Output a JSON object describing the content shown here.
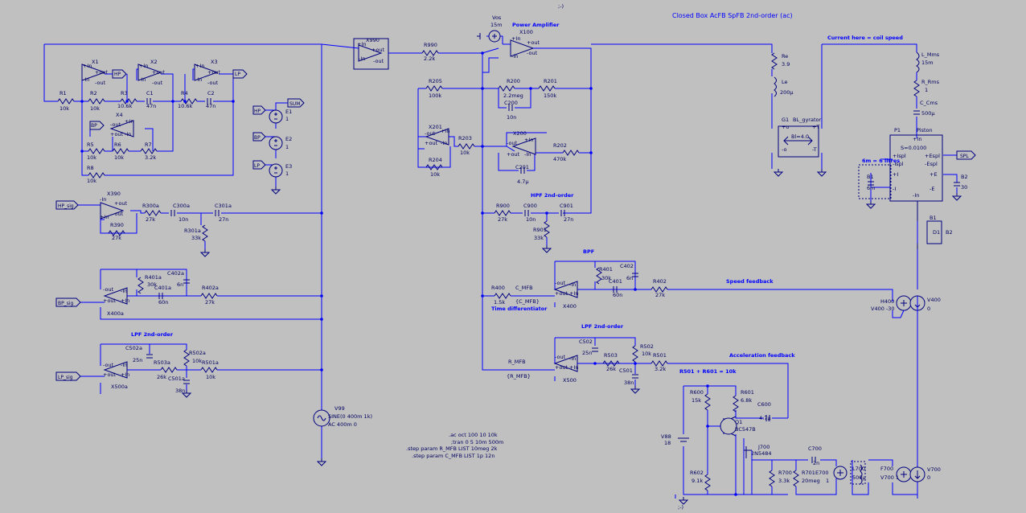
{
  "title": "Closed Box AcFB SpFB 2nd-order (ac)",
  "misc": {
    "top_mark": ";-)",
    "bottom_mark": ";-)"
  },
  "labels": {
    "power_amplifier": "Power Amplifier",
    "hpf_2nd_order": "HPF 2nd-order",
    "bpf": "BPF",
    "lpf_2nd_order_a": "LPF 2nd-order",
    "lpf_2nd_order_b": "LPF 2nd-order",
    "speed_feedback": "Speed feedback",
    "acceleration_feedback": "Acceleration feedback",
    "time_differentiator": "Time differentiator",
    "current_note": "Current here = coil speed",
    "r_sum_note": "R501 + R601 = 10k",
    "litres_note": "6m = 6 litres"
  },
  "directives": [
    ".ac oct 100 10 10k",
    ";tran 0 5 10m 500m",
    ".step param R_MFB LIST 10meg 2k",
    ".step param C_MFB LIST 1p 12n"
  ],
  "flags": {
    "hp": "HP",
    "bp": "BP",
    "lp": "LP",
    "sum": "SUM",
    "hp_sig": "HP_sig",
    "bp_sig": "BP_sig",
    "lp_sig": "LP_sig",
    "spl": "SPL"
  },
  "opamps": {
    "x1": "X1",
    "x2": "X2",
    "x3": "X3",
    "x4": "X4",
    "x990": "X990",
    "x100": "X100",
    "x201": "X201",
    "x200": "X200",
    "x390": "X390",
    "x400a": "X400a",
    "x500a": "X500a",
    "x400": "X400",
    "x500": "X500",
    "pin_plus_in": "+In",
    "pin_minus_in": "-In",
    "pin_plus_out": "+out",
    "pin_minus_out": "-out"
  },
  "components": {
    "r1": [
      "R1",
      "10k"
    ],
    "r2": [
      "R2",
      "10k"
    ],
    "r3": [
      "R3",
      "10.6k"
    ],
    "c1": [
      "C1",
      "47n"
    ],
    "r4": [
      "R4",
      "10.6k"
    ],
    "c2": [
      "C2",
      "47n"
    ],
    "r5": [
      "R5",
      "10k"
    ],
    "r6": [
      "R6",
      "10k"
    ],
    "r7": [
      "R7",
      "3.2k"
    ],
    "r8": [
      "R8",
      "10k"
    ],
    "e1": [
      "E1",
      "1"
    ],
    "e2": [
      "E2",
      "1"
    ],
    "e3": [
      "E3",
      "1"
    ],
    "r990": [
      "R990",
      "2.2k"
    ],
    "vos": [
      "Vos",
      "15m"
    ],
    "r205": [
      "R205",
      "100k"
    ],
    "r200": [
      "R200",
      "2.2meg"
    ],
    "r201": [
      "R201",
      "150k"
    ],
    "c200": [
      "C200",
      "10n"
    ],
    "r203": [
      "R203",
      "10k"
    ],
    "r204": [
      "R204",
      "10k"
    ],
    "r202": [
      "R202",
      "470k"
    ],
    "c201": [
      "C201",
      "4.7µ"
    ],
    "r390": [
      "R390",
      "27k"
    ],
    "r300a": [
      "R300a",
      "27k"
    ],
    "c300a": [
      "C300a",
      "10n"
    ],
    "c301a": [
      "C301a",
      "27n"
    ],
    "r301a": [
      "R301a",
      "33k"
    ],
    "r900": [
      "R900",
      "27k"
    ],
    "c900": [
      "C900",
      "10n"
    ],
    "c901": [
      "C901",
      "27n"
    ],
    "r901": [
      "R901",
      "33k"
    ],
    "r401a": [
      "R401a",
      "30k"
    ],
    "c402a": [
      "C402a",
      "6n"
    ],
    "c401a": [
      "C401a",
      "60n"
    ],
    "r402a": [
      "R402a",
      "27k"
    ],
    "r401": [
      "R401",
      "30k"
    ],
    "c402": [
      "C402",
      "6n"
    ],
    "c401": [
      "C401",
      "60n"
    ],
    "r402": [
      "R402",
      "27k"
    ],
    "r400": [
      "R400",
      "1.5k"
    ],
    "c_mfb": [
      "C_MFB",
      "{C_MFB}"
    ],
    "r_mfb": [
      "R_MFB",
      "{R_MFB}"
    ],
    "h400": [
      "H400",
      "V400 -30"
    ],
    "v400": [
      "V400",
      "0"
    ],
    "c502a": [
      "C502a",
      "25n"
    ],
    "r503a": [
      "R503a",
      "26k"
    ],
    "c501a": [
      "C501a",
      "38n"
    ],
    "r502a": [
      "R502a",
      "10k"
    ],
    "r501a": [
      "R501a",
      "10k"
    ],
    "c502": [
      "C502",
      "25n"
    ],
    "r503": [
      "R503",
      "26k"
    ],
    "c501": [
      "C501",
      "38n"
    ],
    "r502": [
      "R502",
      "10k"
    ],
    "r501": [
      "R501",
      "3.2k"
    ],
    "v99": [
      "V99",
      "SINE(0 400m 1k)"
    ],
    "v99_ac": "AC 400m 0",
    "r600": [
      "R600",
      "15k"
    ],
    "r601": [
      "R601",
      "6.8k"
    ],
    "c600": [
      "C600",
      "4.7µ"
    ],
    "q1": [
      "Q1",
      "BC547B"
    ],
    "v88": [
      "V88",
      "18"
    ],
    "r602": [
      "R602",
      "9.1k"
    ],
    "j700": [
      "J700",
      "2N5484"
    ],
    "c700": [
      "C700",
      "2n"
    ],
    "r700": [
      "R700",
      "3.3k"
    ],
    "r701": [
      "R701",
      "20meg"
    ],
    "e700": [
      "E700",
      "1"
    ],
    "l700": [
      "L700",
      "500µ"
    ],
    "f700": [
      "F700",
      "V700 1"
    ],
    "v700": [
      "V700",
      "0"
    ],
    "re": [
      "Re",
      "3.9"
    ],
    "le": [
      "Le",
      "200µ"
    ],
    "g1": [
      "G1",
      "BL_gyrator"
    ],
    "bl": "Bl=4.0",
    "l_mms": [
      "L_Mms",
      "15m"
    ],
    "r_rms": [
      "R_Rms",
      "1"
    ],
    "c_cms": [
      "C_Cms",
      "500µ"
    ],
    "p1": [
      "P1",
      "Piston"
    ],
    "s": "S=0.0100",
    "b1": [
      "B1",
      "6m"
    ],
    "b2": [
      "B2",
      "30"
    ],
    "b1d": [
      "B1",
      "D1",
      "B2"
    ],
    "pin_o": "+o",
    "pin_mo": "-o",
    "pin_t": "+T",
    "pin_mt": "-T",
    "pin_in": "+In",
    "pin_min": "-In",
    "pin_ispl": "+Ispl",
    "pin_mispl": "-Ispl",
    "pin_espl": "+Espl",
    "pin_mespl": "-Espl",
    "pin_i": "+I",
    "pin_mi": "-I",
    "pin_e": "+E",
    "pin_me": "-E"
  }
}
